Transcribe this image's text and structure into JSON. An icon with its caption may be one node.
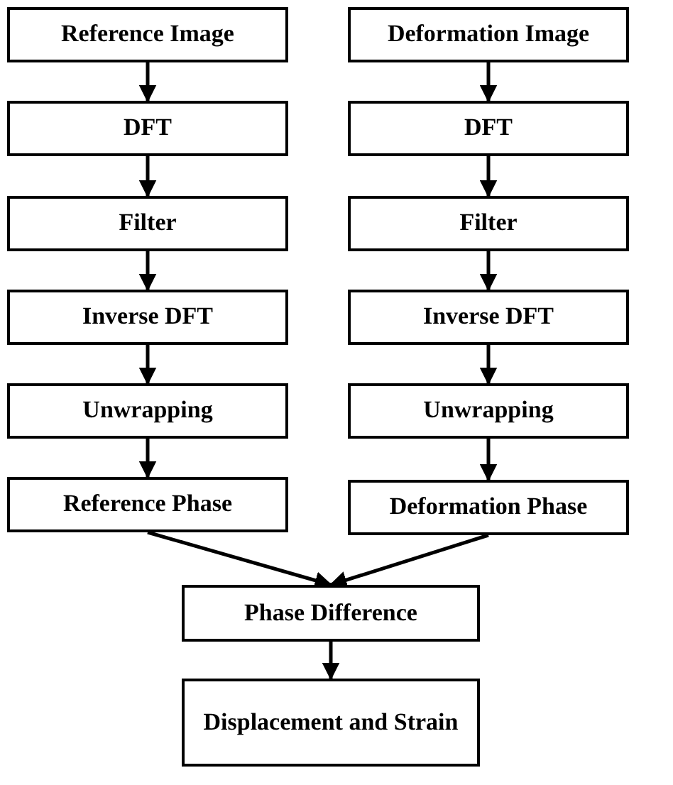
{
  "diagram": {
    "nodes": [
      {
        "text": [
          "Reference Image"
        ]
      },
      {
        "text": [
          "Deformation Image"
        ]
      },
      {
        "text": [
          "DFT"
        ]
      },
      {
        "text": [
          "DFT"
        ]
      },
      {
        "text": [
          "Filter"
        ]
      },
      {
        "text": [
          "Filter"
        ]
      },
      {
        "text": [
          "Inverse DFT"
        ]
      },
      {
        "text": [
          "Inverse DFT"
        ]
      },
      {
        "text": [
          "Unwrapping"
        ]
      },
      {
        "text": [
          "Unwrapping"
        ]
      },
      {
        "text": [
          "Reference Phase"
        ]
      },
      {
        "text": [
          "Deformation Phase"
        ]
      },
      {
        "text": [
          "Phase Difference"
        ]
      },
      {
        "text": [
          "Displacement and Strain"
        ]
      }
    ],
    "edges": [
      {
        "from": 0,
        "to": 2,
        "arrow": "to"
      },
      {
        "from": 2,
        "to": 4,
        "arrow": "to"
      },
      {
        "from": 4,
        "to": 6,
        "arrow": "to"
      },
      {
        "from": 6,
        "to": 8,
        "arrow": "to"
      },
      {
        "from": 8,
        "to": 10,
        "arrow": "to"
      },
      {
        "from": 1,
        "to": 3,
        "arrow": "to"
      },
      {
        "from": 3,
        "to": 5,
        "arrow": "to"
      },
      {
        "from": 5,
        "to": 7,
        "arrow": "to"
      },
      {
        "from": 7,
        "to": 9,
        "arrow": "to"
      },
      {
        "from": 9,
        "to": 11,
        "arrow": "to"
      },
      {
        "from": 10,
        "to": 12,
        "arrow": "to"
      },
      {
        "from": 11,
        "to": 12,
        "arrow": "to"
      },
      {
        "from": 12,
        "to": 13,
        "arrow": "to"
      }
    ]
  }
}
